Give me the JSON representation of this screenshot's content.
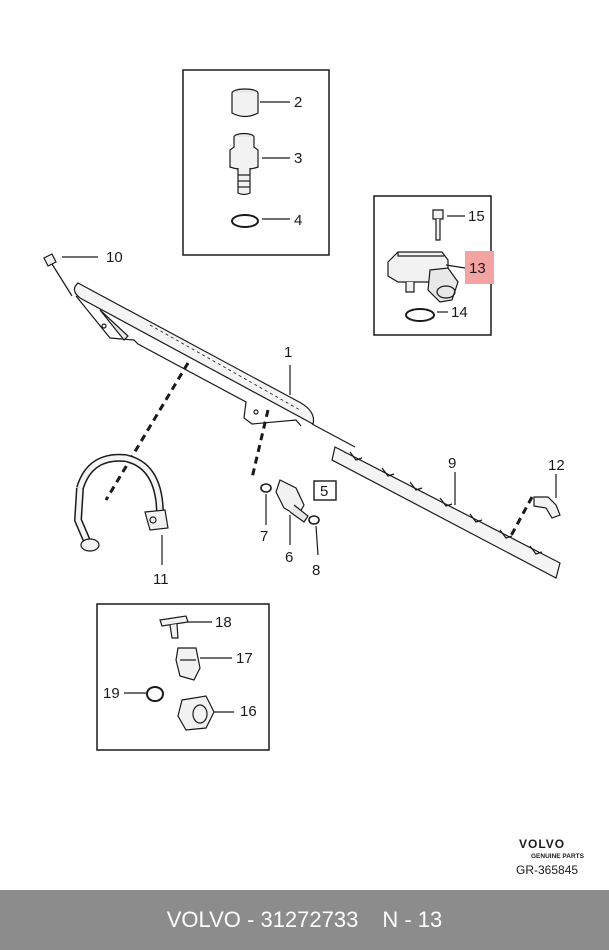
{
  "callouts": {
    "c1": "1",
    "c2": "2",
    "c3": "3",
    "c4": "4",
    "c5": "5",
    "c6": "6",
    "c7": "7",
    "c8": "8",
    "c9": "9",
    "c10": "10",
    "c11": "11",
    "c12": "12",
    "c13": "13",
    "c14": "14",
    "c15": "15",
    "c16": "16",
    "c17": "17",
    "c18": "18",
    "c19": "19"
  },
  "highlighted_callout": "13",
  "colors": {
    "highlight": "#f4a3a3",
    "footer_bg": "#8c8c8c",
    "line": "#1a1a1a"
  },
  "brand": {
    "name": "VOLVO",
    "subtitle": "GENUINE PARTS"
  },
  "reference": "GR-365845",
  "footer": {
    "part_text": "VOLVO - 31272733",
    "position_text": "N - 13"
  }
}
